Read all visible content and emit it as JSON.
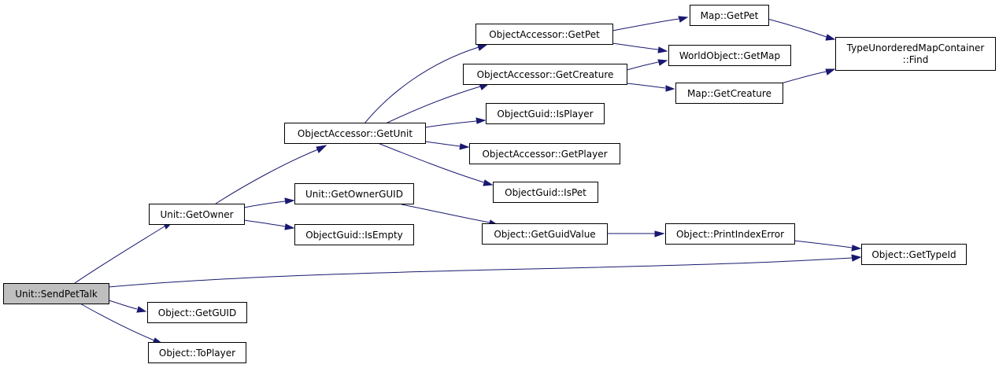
{
  "nodes": {
    "send_pet_talk": "Unit::SendPetTalk",
    "get_owner": "Unit::GetOwner",
    "get_guid": "Object::GetGUID",
    "to_player": "Object::ToPlayer",
    "accessor_get_unit": "ObjectAccessor::GetUnit",
    "get_owner_guid": "Unit::GetOwnerGUID",
    "guid_is_empty": "ObjectGuid::IsEmpty",
    "accessor_get_pet": "ObjectAccessor::GetPet",
    "accessor_get_creature": "ObjectAccessor::GetCreature",
    "guid_is_player": "ObjectGuid::IsPlayer",
    "accessor_get_player": "ObjectAccessor::GetPlayer",
    "guid_is_pet": "ObjectGuid::IsPet",
    "get_guid_value": "Object::GetGuidValue",
    "map_get_pet": "Map::GetPet",
    "worldobject_get_map": "WorldObject::GetMap",
    "map_get_creature": "Map::GetCreature",
    "print_index_error": "Object::PrintIndexError",
    "container_find_line1": "TypeUnorderedMapContainer",
    "container_find_line2": "::Find",
    "get_type_id": "Object::GetTypeId"
  },
  "colors": {
    "edge": "#191970",
    "root_fill": "#bfbfbf",
    "node_fill": "#ffffff",
    "node_stroke": "#000000"
  }
}
